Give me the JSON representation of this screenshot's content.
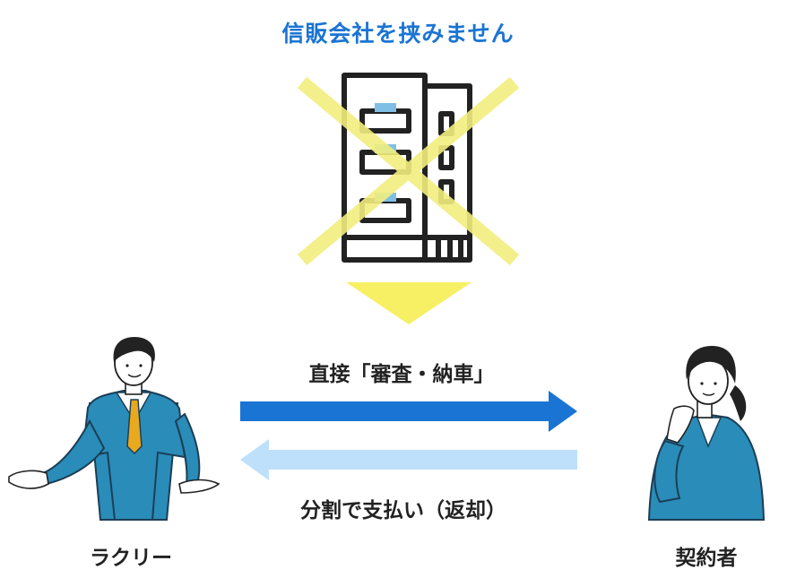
{
  "title": "信販会社を挟みません",
  "direct_label": "直接「審査・納車」",
  "payment_label": "分割で支払い（返却）",
  "left_party": "ラクリー",
  "right_party": "契約者",
  "colors": {
    "title": "#1a74d3",
    "arrow_forward": "#1a74d3",
    "arrow_back": "#bfe0fb",
    "cross": "#f2ee7e",
    "down_arrow": "#f7f064",
    "building_line": "#222222",
    "building_window": "#7fbfe6",
    "suit": "#2a8cb8"
  },
  "icons": [
    "building-icon",
    "cross-mark-icon",
    "down-arrow-icon",
    "businessman-illustration",
    "businesswoman-illustration"
  ]
}
